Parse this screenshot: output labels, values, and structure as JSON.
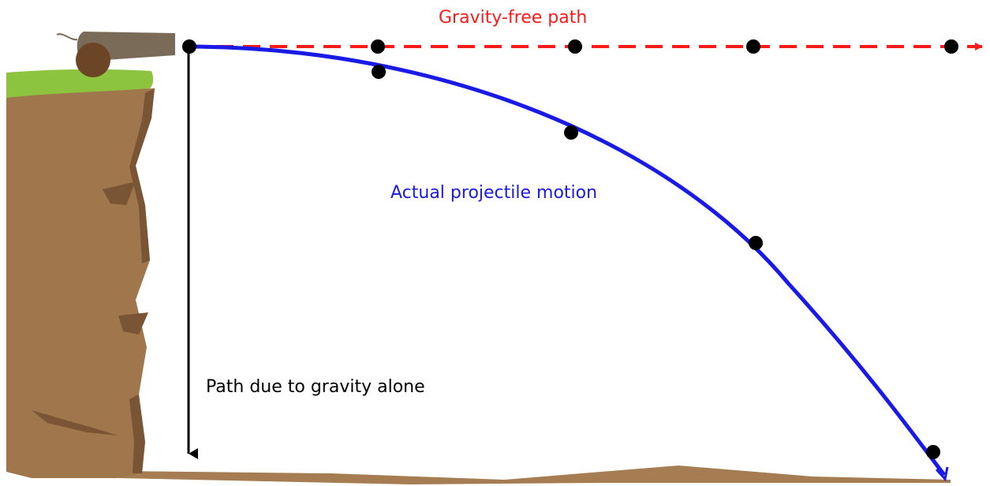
{
  "labels": {
    "gravity_free_path": "Gravity-free path",
    "actual_projectile_motion": "Actual projectile motion",
    "path_due_to_gravity_alone": "Path due to gravity alone"
  },
  "colors": {
    "gravity_free_path": "#ff1a1a",
    "actual_projectile_motion": "#1a1ae6",
    "gravity_alone": "#000000",
    "cliff_dirt": "#a0774d",
    "cliff_shadow": "#7a5535",
    "grass": "#8cc43f",
    "cannon_barrel": "#7a6b58",
    "cannon_wheel": "#6b4526",
    "ground": "#a67c52",
    "position_dot": "#000000"
  },
  "icons": {
    "cannon": "cannon-icon",
    "cliff": "cliff-icon"
  }
}
